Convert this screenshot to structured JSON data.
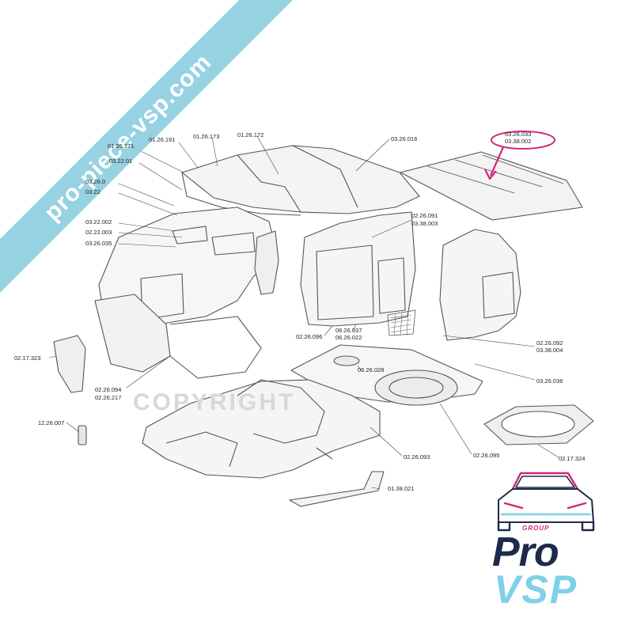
{
  "watermark_banner": "pro-piece-vsp.com",
  "watermark_copyright": "COPYRIGHT",
  "logo": {
    "group": "GROUP",
    "pro": "Pro",
    "vsp": "VSP"
  },
  "colors": {
    "banner": "#8ecfe0",
    "accent_pink": "#d2247a",
    "navy": "#1d2a4a",
    "cyan": "#7fd0e8",
    "line": "#555555"
  },
  "labels": {
    "l01_26_171": "01.26.171",
    "l01_26_191": "01.26.191",
    "l01_26_173": "01.26.173",
    "l01_26_172": "01.26.172",
    "l03_22_01": "03.22.01",
    "l03_26_0": "03.26.0",
    "l03_22": "03.22",
    "l03_22_002": "03.22.002",
    "l02_22_003": "02.22.003",
    "l03_26_035": "03.26.035",
    "l03_26_016": "03.26.016",
    "l03_26_033": "03.26.033",
    "l03_38_002": "03.38.002",
    "l02_26_091": "02.26.091",
    "l03_38_003": "03.38.003",
    "l02_26_096": "02.26.096",
    "l06_26_037": "06.26.037",
    "l06_26_022": "06.26.022",
    "l06_26_028": "06.26.028",
    "l02_26_092": "02.26.092",
    "l03_38_004": "03.38.004",
    "l03_26_036": "03.26.036",
    "l02_17_323": "02.17.323",
    "l02_26_094": "02.26.094",
    "l02_26_217": "02.26.217",
    "l12_26_007": "12.26.007",
    "l02_26_093": "02.26.093",
    "l02_26_095": "02.26.095",
    "l02_17_324": "02.17.324",
    "l01_38_021": "01.38.021"
  }
}
